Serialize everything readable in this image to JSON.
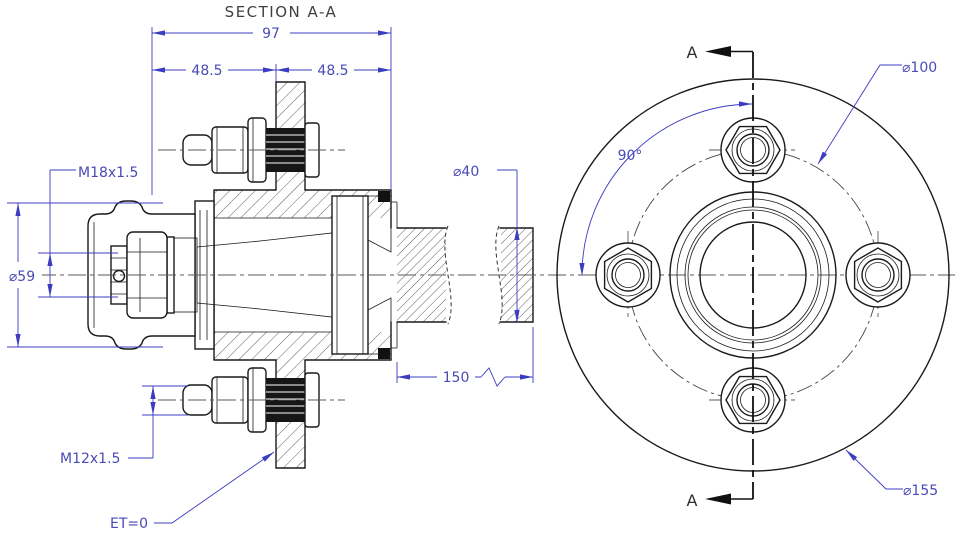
{
  "drawing": {
    "title": "SECTION A-A",
    "colors": {
      "dimension_blue": "#3c3cc0",
      "outline_black": "#1a1a1a",
      "centerline_gray": "#5a5a5a",
      "title_gray": "#3f3f3f"
    },
    "section_view": {
      "overall_width": "97",
      "flange_left": "48.5",
      "flange_right": "48.5",
      "cap_diameter": "⌀59",
      "spindle_thread": "M18x1.5",
      "stud_thread": "M12x1.5",
      "wheel_offset": "ET=0",
      "axle_diameter": "⌀40",
      "axle_length": "150"
    },
    "front_view": {
      "cut_label_top": "A",
      "cut_label_bottom": "A",
      "bolt_circle_diameter": "⌀100",
      "stud_spacing_angle": "90°",
      "hub_flange_diameter": "⌀155"
    }
  }
}
